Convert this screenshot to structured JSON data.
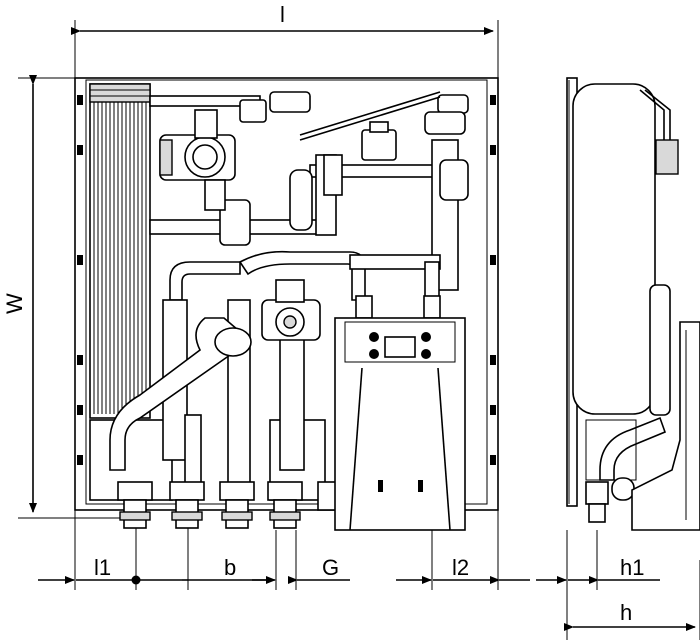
{
  "dimensions": {
    "length": "l",
    "width": "W",
    "l1": "l1",
    "b": "b",
    "g": "G",
    "l2": "l2",
    "h1": "h1",
    "h": "h"
  }
}
